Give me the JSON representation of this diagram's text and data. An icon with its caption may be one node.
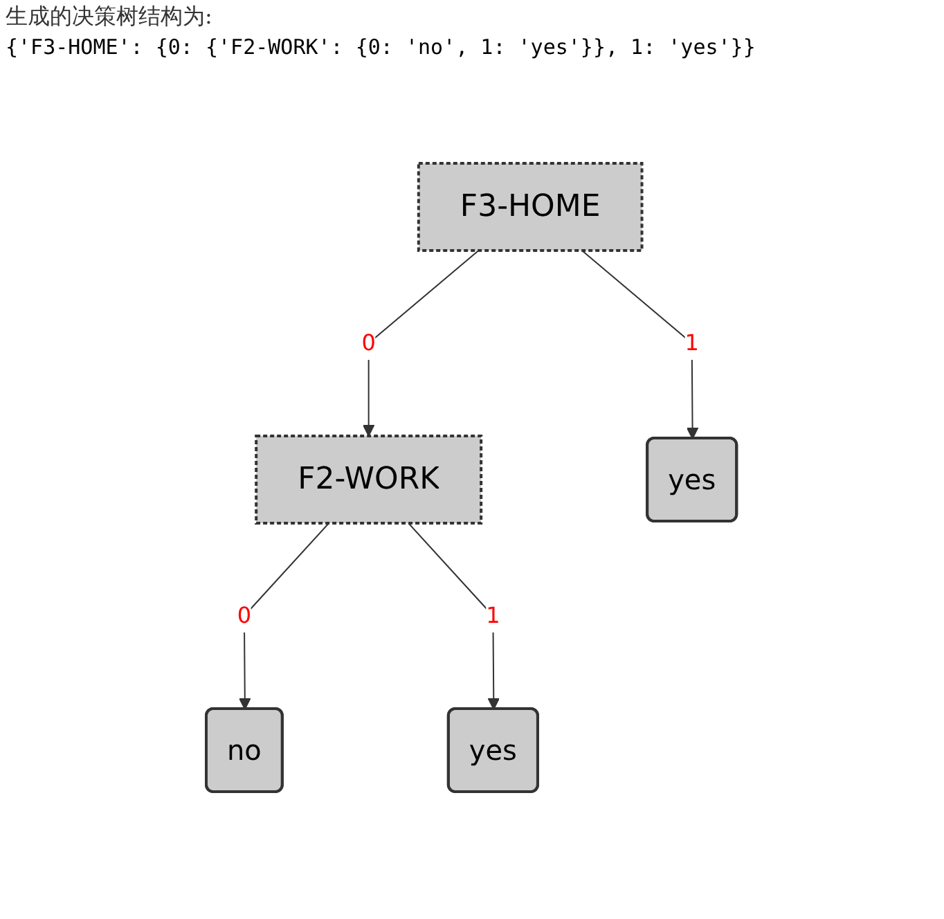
{
  "diagram": {
    "nodes": [
      {
        "text": [
          "F3-HOME"
        ]
      },
      {
        "text": [
          "F2-WORK"
        ]
      },
      {
        "text": [
          "yes"
        ]
      },
      {
        "text": [
          "no"
        ]
      },
      {
        "text": [
          "yes"
        ]
      }
    ],
    "edges": [
      {
        "from": 0,
        "to": 1,
        "arrow": "to",
        "label": "0"
      },
      {
        "from": 0,
        "to": 2,
        "arrow": "to",
        "label": "1"
      },
      {
        "from": 1,
        "to": 3,
        "arrow": "to",
        "label": "0"
      },
      {
        "from": 1,
        "to": 4,
        "arrow": "to",
        "label": "1"
      }
    ],
    "labels": [
      "生成的决策树结构为:",
      "{'F3-HOME': {0: {'F2-WORK': {0: 'no', 1: 'yes'}}, 1: 'yes'}}"
    ]
  }
}
